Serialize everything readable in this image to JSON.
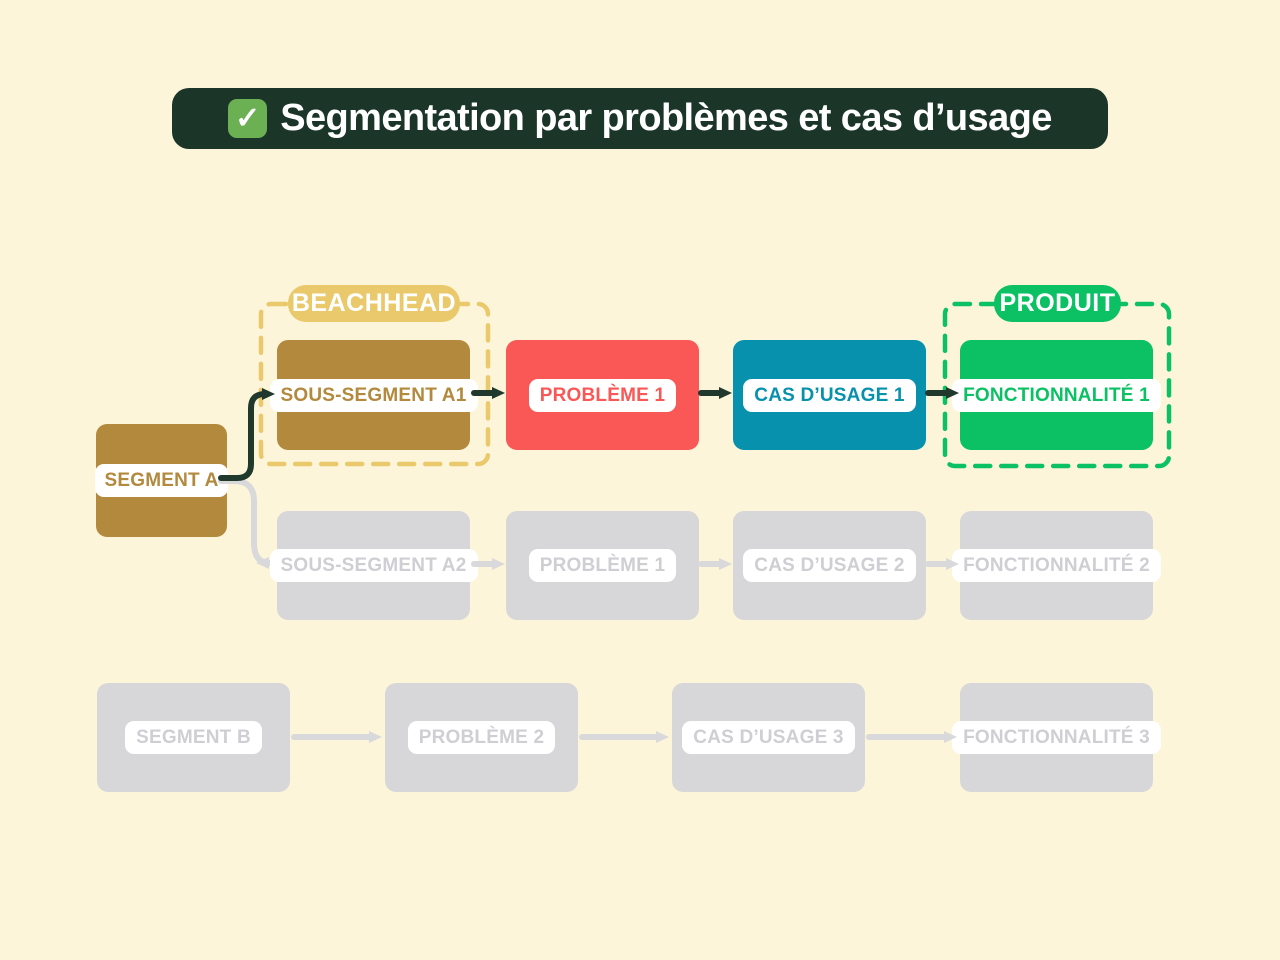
{
  "title": {
    "text": "Segmentation par problèmes et cas d’usage",
    "check_icon": "✓"
  },
  "badges": {
    "beachhead": "BEACHHEAD",
    "produit": "PRODUIT"
  },
  "nodes": {
    "segment_a": "SEGMENT A",
    "sous_segment_a1": "SOUS-SEGMENT A1",
    "probleme_1": "PROBLÈME 1",
    "cas_usage_1": "CAS D’USAGE 1",
    "fonctionnalite_1": "FONCTIONNALITÉ 1",
    "sous_segment_a2": "SOUS-SEGMENT A2",
    "probleme_1b": "PROBLÈME 1",
    "cas_usage_2": "CAS D’USAGE 2",
    "fonctionnalite_2": "FONCTIONNALITÉ 2",
    "segment_b": "SEGMENT B",
    "probleme_2": "PROBLÈME 2",
    "cas_usage_3": "CAS D’USAGE 3",
    "fonctionnalite_3": "FONCTIONNALITÉ 3"
  },
  "colors": {
    "cream": "#FCF5D9",
    "title_bg": "#1B3529",
    "check_green": "#6CB054",
    "gold": "#B3893E",
    "gold_light": "#EAC96C",
    "red": "#FA5757",
    "teal": "#0891AC",
    "green": "#0BC164",
    "gray_box": "#D7D7D9",
    "gray_text": "#CFCFD3",
    "gray_arrow": "#D9D9DB",
    "arrow_dark": "#20392C"
  }
}
